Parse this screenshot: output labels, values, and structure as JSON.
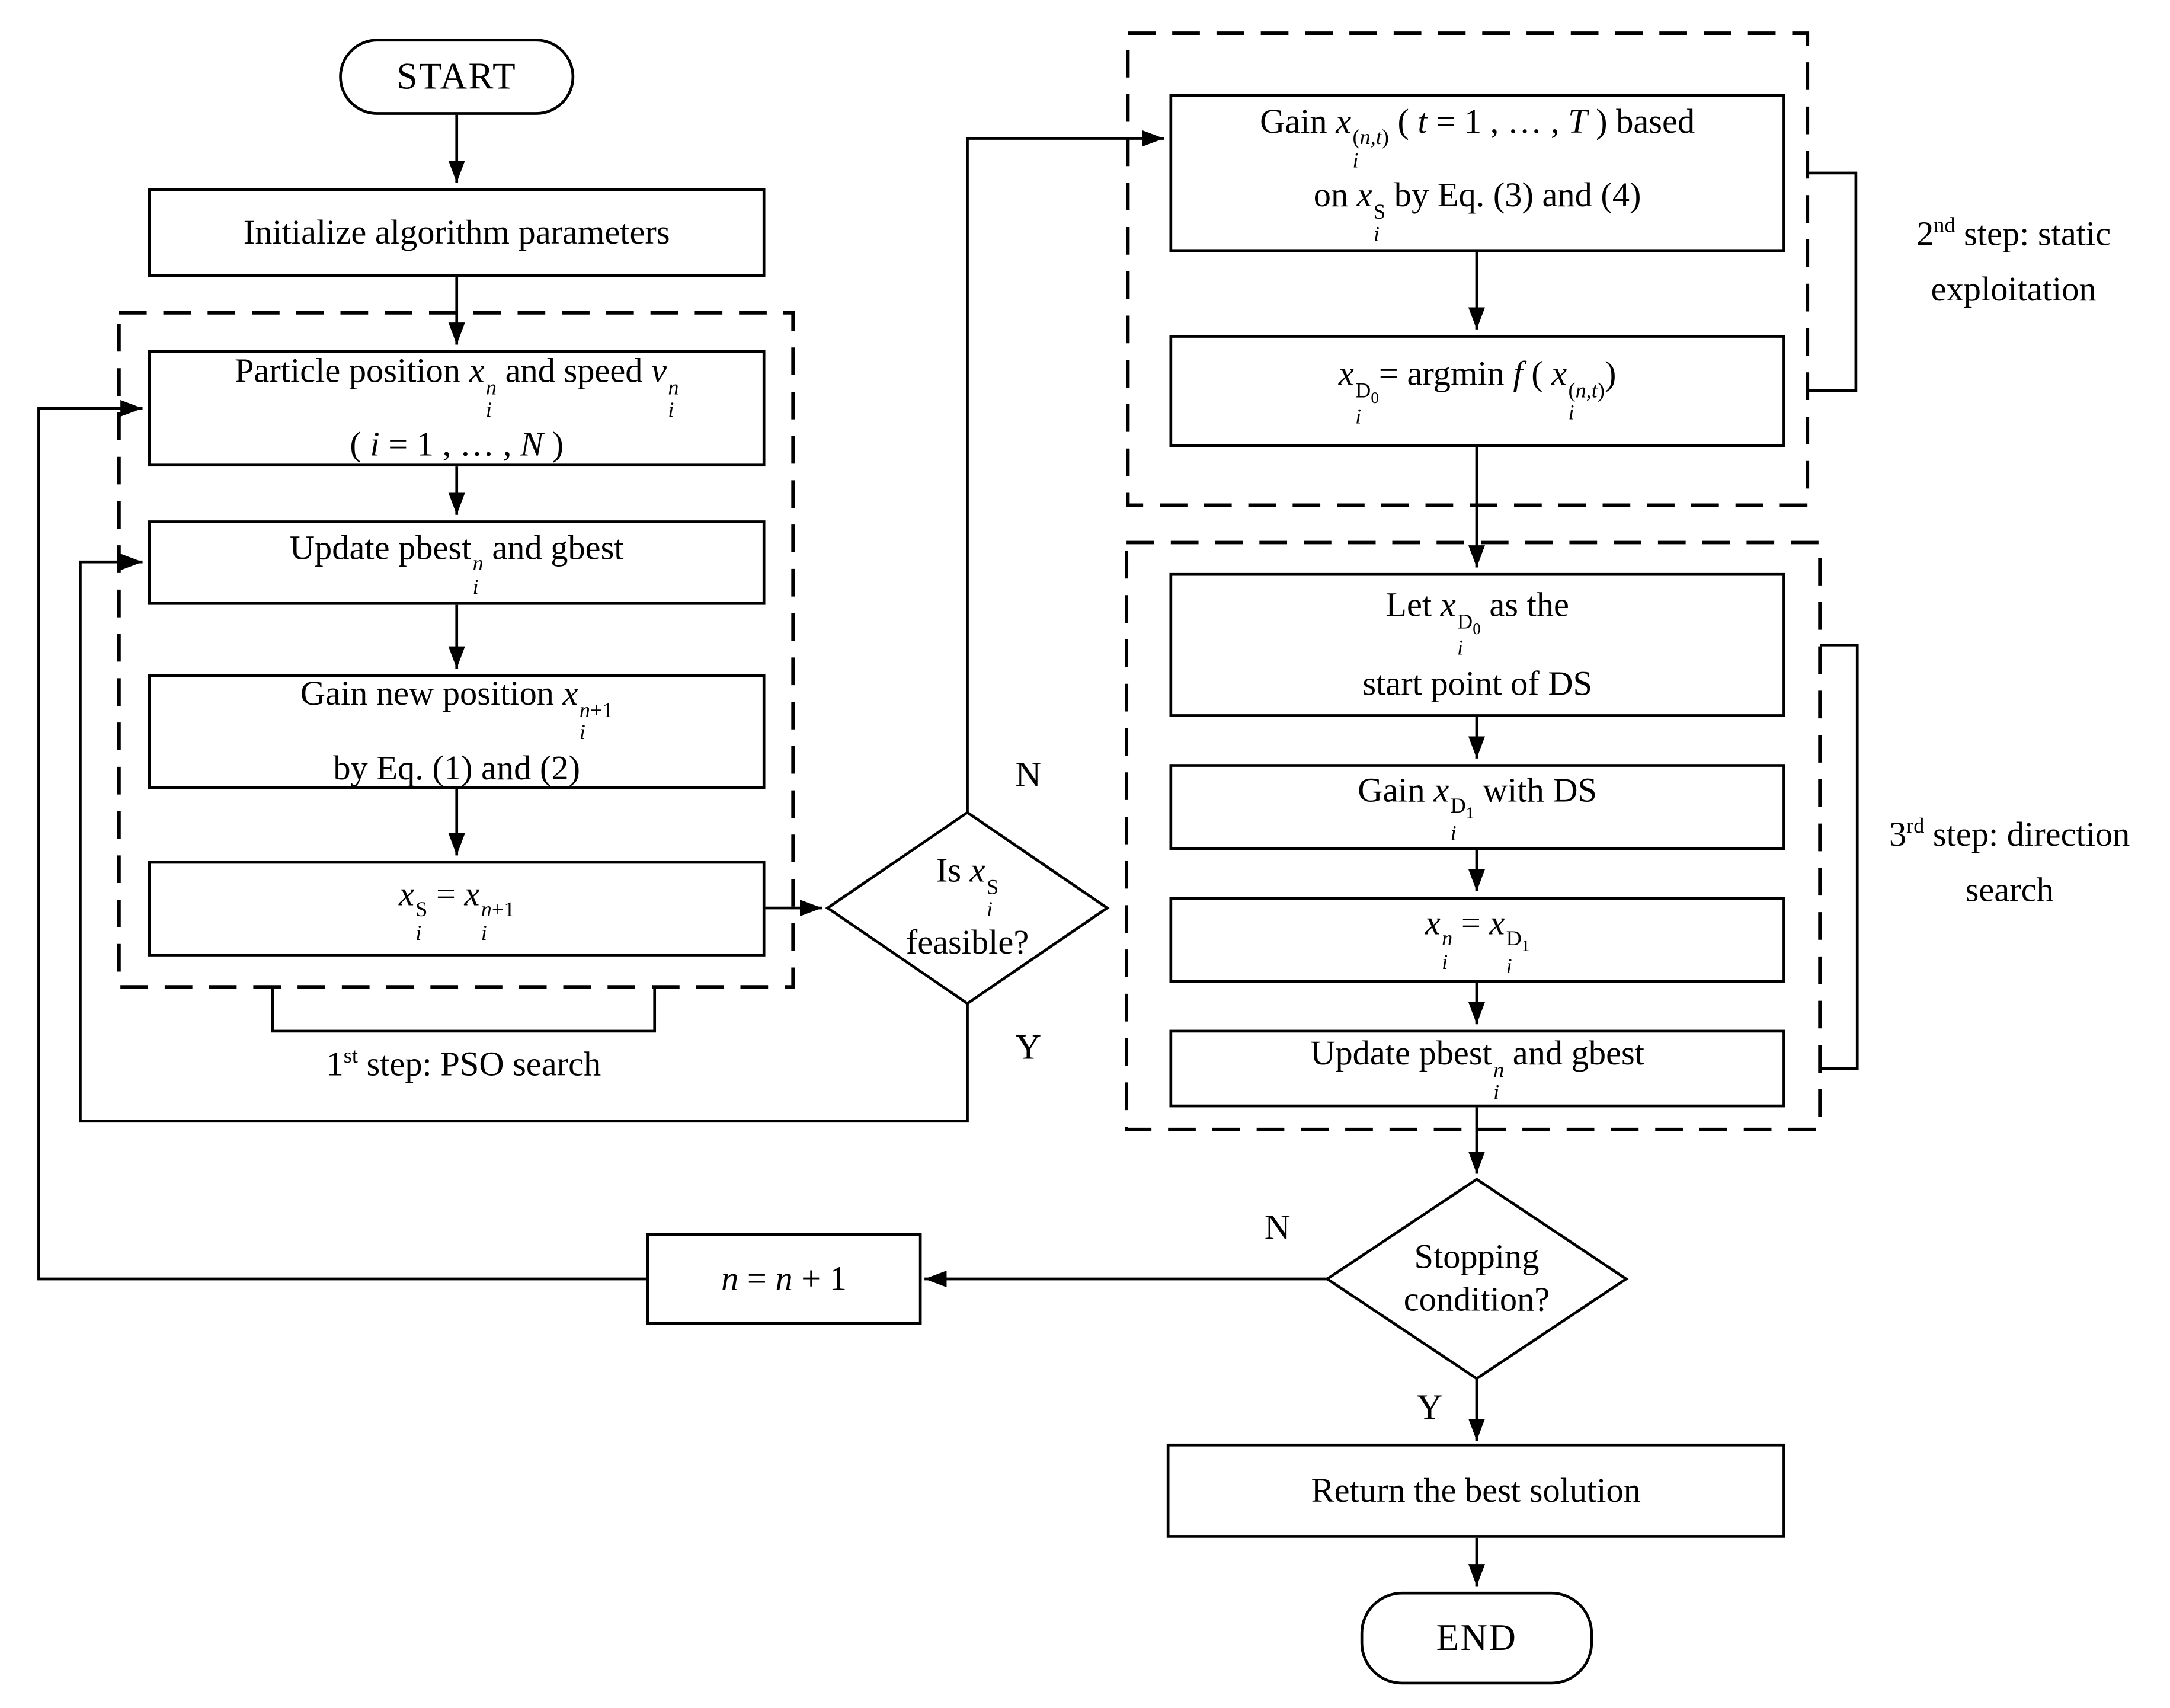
{
  "colors": {
    "ink": "#000000",
    "paper": "#ffffff"
  },
  "flowchart": {
    "start": {
      "label": "START"
    },
    "init": {
      "label": "Initialize algorithm parameters"
    },
    "pso_group": {
      "particle_line1": "Particle position <i>x</i><span class='ss'><span class='t'><i>n</i></span><span class='b'><i>i</i></span></span> and speed <i>v</i><span class='ss'><span class='t'><i>n</i></span><span class='b'><i>i</i></span></span>",
      "particle_line2": "( <i>i</i> = 1 , … , <i>N</i> )",
      "update_label": "Update pbest<span class='ss'><span class='t'><i>n</i></span><span class='b'><i>i</i></span></span> and gbest",
      "gain_line1": "Gain new position <i>x</i><span class='ss'><span class='t'><i>n</i>+1</span><span class='b'><i>i</i></span></span>",
      "gain_line2": "by Eq. (1) and (2)",
      "assign_label": "<i>x</i><span class='ss'><span class='t'>S</span><span class='b'><i>i</i></span></span> = <i>x</i><span class='ss'><span class='t'><i>n</i>+1</span><span class='b'><i>i</i></span></span>",
      "step_label": "1<sup>st</sup> step: PSO search"
    },
    "feasible_decision": {
      "line1": "Is <i>x</i><span class='ss'><span class='t'>S</span><span class='b'><i>i</i></span></span>",
      "line2": "feasible?",
      "no": "N",
      "yes": "Y"
    },
    "static_group": {
      "gain_line1": "Gain <i>x</i><span class='ss'><span class='t'>(<i>n</i>,<i>t</i>)</span><span class='b'><i>i</i></span></span> ( <i>t</i> = 1 , … , <i>T</i> ) based",
      "gain_line2": "on <i>x</i><span class='ss'><span class='t'>S</span><span class='b'><i>i</i></span></span> by Eq. (3) and (4)",
      "argmin_label": "<i>x</i><span class='ss'><span class='t'>D<sub>0</sub></span><span class='b'><i>i</i></span></span>= argmin <i>f</i> ( <i>x</i><span class='ss'><span class='t'>(<i>n</i>,<i>t</i>)</span><span class='b'><i>i</i></span></span>)",
      "step_line1": "2<sup>nd</sup> step: static",
      "step_line2": "exploitation"
    },
    "direction_group": {
      "let_line1": "Let <i>x</i><span class='ss'><span class='t'>D<sub>0</sub></span><span class='b'><i>i</i></span></span> as the",
      "let_line2": "start point of DS",
      "gain_label": "Gain <i>x</i><span class='ss'><span class='t'>D<sub>1</sub></span><span class='b'><i>i</i></span></span> with DS",
      "assign_label": "<i>x</i><span class='ss'><span class='t'><i>n</i></span><span class='b'><i>i</i></span></span> = <i>x</i><span class='ss'><span class='t'>D<sub>1</sub></span><span class='b'><i>i</i></span></span>",
      "update_label": "Update pbest<span class='ss'><span class='t'><i>n</i></span><span class='b'><i>i</i></span></span> and gbest",
      "step_line1": "3<sup>rd</sup> step: direction",
      "step_line2": "search"
    },
    "stopping_decision": {
      "line1": "Stopping",
      "line2": "condition?",
      "no": "N",
      "yes": "Y"
    },
    "increment": {
      "label": "<i>n</i> = <i>n</i> + 1"
    },
    "return_step": {
      "label": "Return the best solution"
    },
    "end": {
      "label": "END"
    }
  }
}
